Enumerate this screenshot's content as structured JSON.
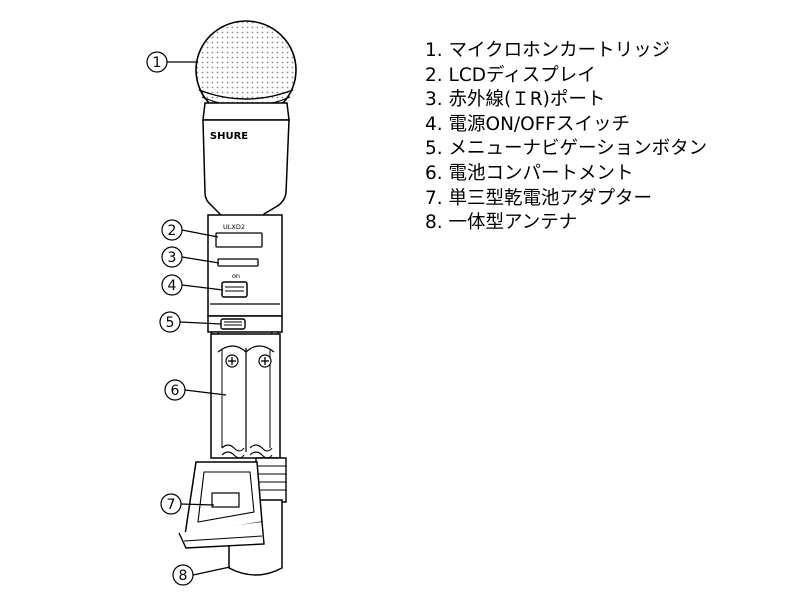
{
  "diagram": {
    "brand": "SHURE",
    "model_label": "ULXD2",
    "switch_label": "on",
    "callouts": [
      "1",
      "2",
      "3",
      "4",
      "5",
      "6",
      "7",
      "8"
    ]
  },
  "parts": [
    {
      "label": "1. マイクロホンカートリッジ"
    },
    {
      "label": "2. LCDディスプレイ"
    },
    {
      "label": "3. 赤外線(ＩR)ポート"
    },
    {
      "label": "4. 電源ON/OFFスイッチ"
    },
    {
      "label": "5. メニューナビゲーションボタン"
    },
    {
      "label": "6. 電池コンパートメント"
    },
    {
      "label": "7. 単三型乾電池アダプター"
    },
    {
      "label": "8. 一体型アンテナ"
    }
  ],
  "colors": {
    "line": "#000000",
    "fill": "#ffffff",
    "text": "#000000"
  }
}
